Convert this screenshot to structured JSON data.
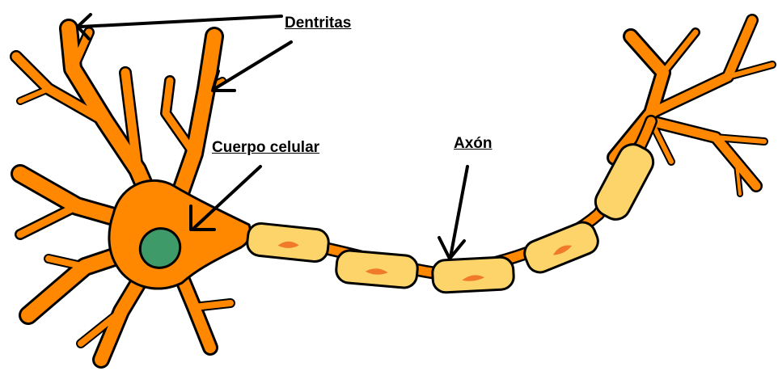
{
  "labels": {
    "dendrites": "Dentritas",
    "cell_body": "Cuerpo celular",
    "axon": "Axón"
  },
  "colors": {
    "neuron_fill": "#ff8800",
    "outline": "#000000",
    "myelin_fill": "#fcd46a",
    "myelin_nucleus": "#f07a28",
    "nucleus_fill": "#3f9a6a",
    "arrow": "#000000",
    "background": "#ffffff"
  }
}
